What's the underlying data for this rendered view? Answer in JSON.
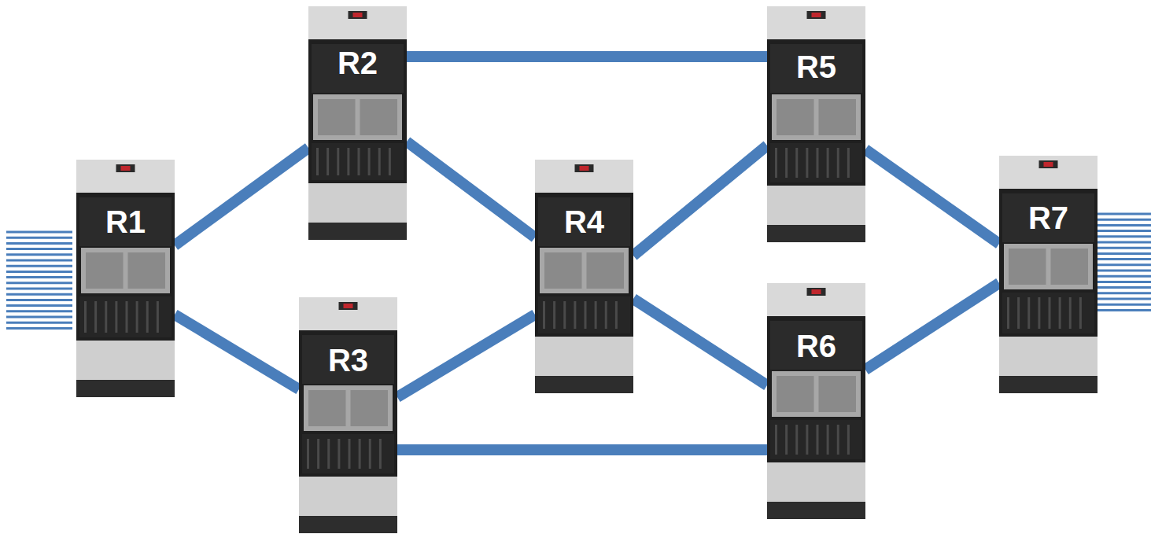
{
  "diagram": {
    "nodes": [
      {
        "text": [
          "R1"
        ]
      },
      {
        "text": [
          "R2"
        ]
      },
      {
        "text": [
          "R3"
        ]
      },
      {
        "text": [
          "R4"
        ]
      },
      {
        "text": [
          "R5"
        ]
      },
      {
        "text": [
          "R6"
        ]
      },
      {
        "text": [
          "R7"
        ]
      }
    ],
    "edges": [
      {
        "from": 0,
        "to": 1,
        "arrow": "none"
      },
      {
        "from": 0,
        "to": 2,
        "arrow": "none"
      },
      {
        "from": 1,
        "to": 4,
        "arrow": "none"
      },
      {
        "from": 1,
        "to": 3,
        "arrow": "none"
      },
      {
        "from": 2,
        "to": 3,
        "arrow": "none"
      },
      {
        "from": 2,
        "to": 5,
        "arrow": "none"
      },
      {
        "from": 3,
        "to": 4,
        "arrow": "none"
      },
      {
        "from": 3,
        "to": 5,
        "arrow": "none"
      },
      {
        "from": 4,
        "to": 6,
        "arrow": "none"
      },
      {
        "from": 5,
        "to": 6,
        "arrow": "none"
      }
    ]
  }
}
